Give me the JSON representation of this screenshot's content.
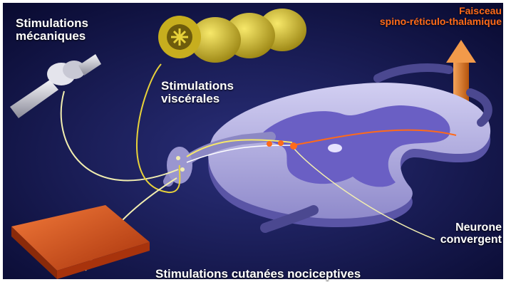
{
  "labels": {
    "mechanical": [
      "Stimulations",
      "mécaniques"
    ],
    "visceral": [
      "Stimulations",
      "viscérales"
    ],
    "tract": [
      "Faisceau",
      "spino-réticulo-thalamique"
    ],
    "neuron": [
      "Neurone",
      "convergent"
    ],
    "cutaneous": "Stimulations cutanées nociceptives"
  },
  "colors": {
    "background": "#0b0d3a",
    "spinal_cord": "#b8b4e4",
    "grey_matter": "#6a5fc4",
    "label_text": "#ffffff",
    "tract_label": "#ff6a1a",
    "arrow": "#e0791c",
    "intestine": "#e0c832",
    "skin": "#e0551e",
    "nerve_fiber": "#f2eeb0"
  },
  "icons": [
    "bone-joint-icon",
    "intestine-icon",
    "skin-block-icon",
    "ascending-arrow-icon"
  ]
}
